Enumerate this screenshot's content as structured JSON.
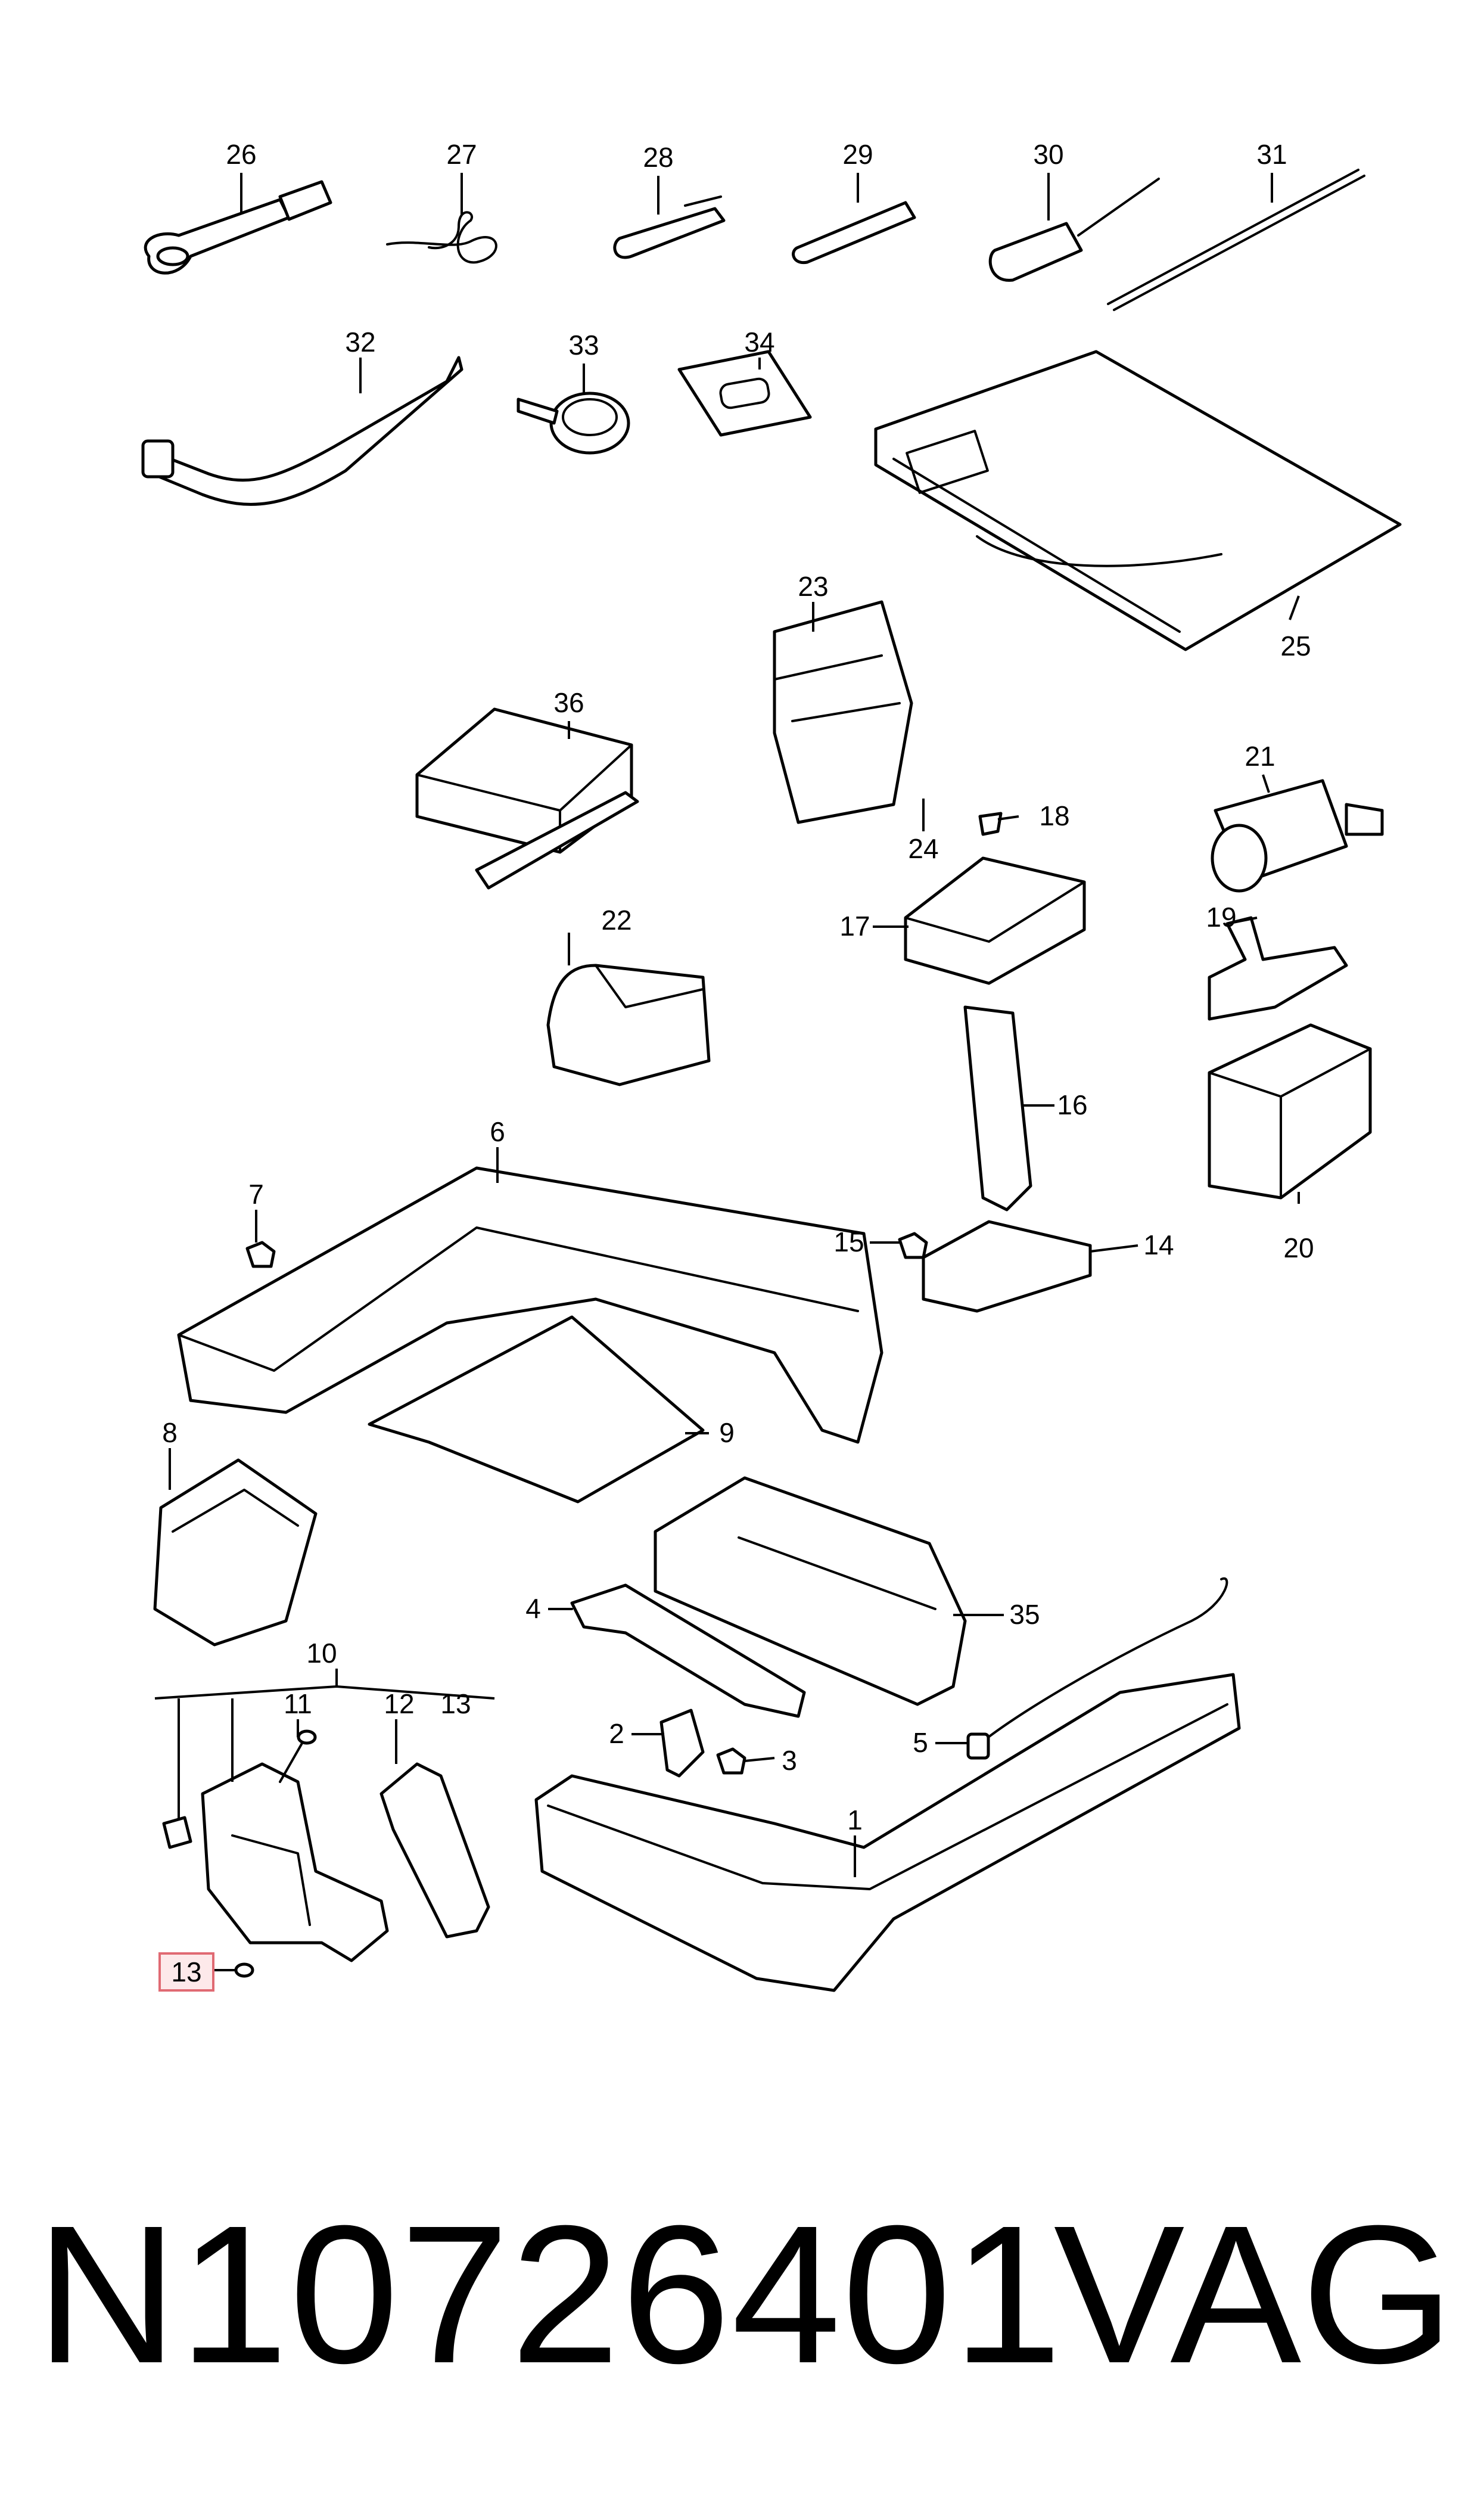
{
  "callouts": {
    "c1": "1",
    "c2": "2",
    "c3": "3",
    "c4": "4",
    "c5": "5",
    "c6": "6",
    "c7": "7",
    "c8": "8",
    "c9": "9",
    "c10": "10",
    "c11": "11",
    "c12": "12",
    "c13a": "13",
    "c13b": "13",
    "c14": "14",
    "c15": "15",
    "c16": "16",
    "c17": "17",
    "c18": "18",
    "c19": "19",
    "c20": "20",
    "c21": "21",
    "c22": "22",
    "c23": "23",
    "c24": "24",
    "c25": "25",
    "c26": "26",
    "c27": "27",
    "c28": "28",
    "c29": "29",
    "c30": "30",
    "c31": "31",
    "c32": "32",
    "c33": "33",
    "c34": "34",
    "c35": "35",
    "c36": "36"
  },
  "highlight": {
    "callout": "13",
    "color": "#e06a73"
  },
  "footer": {
    "part_number": "N10726401",
    "brand": "VAG"
  }
}
